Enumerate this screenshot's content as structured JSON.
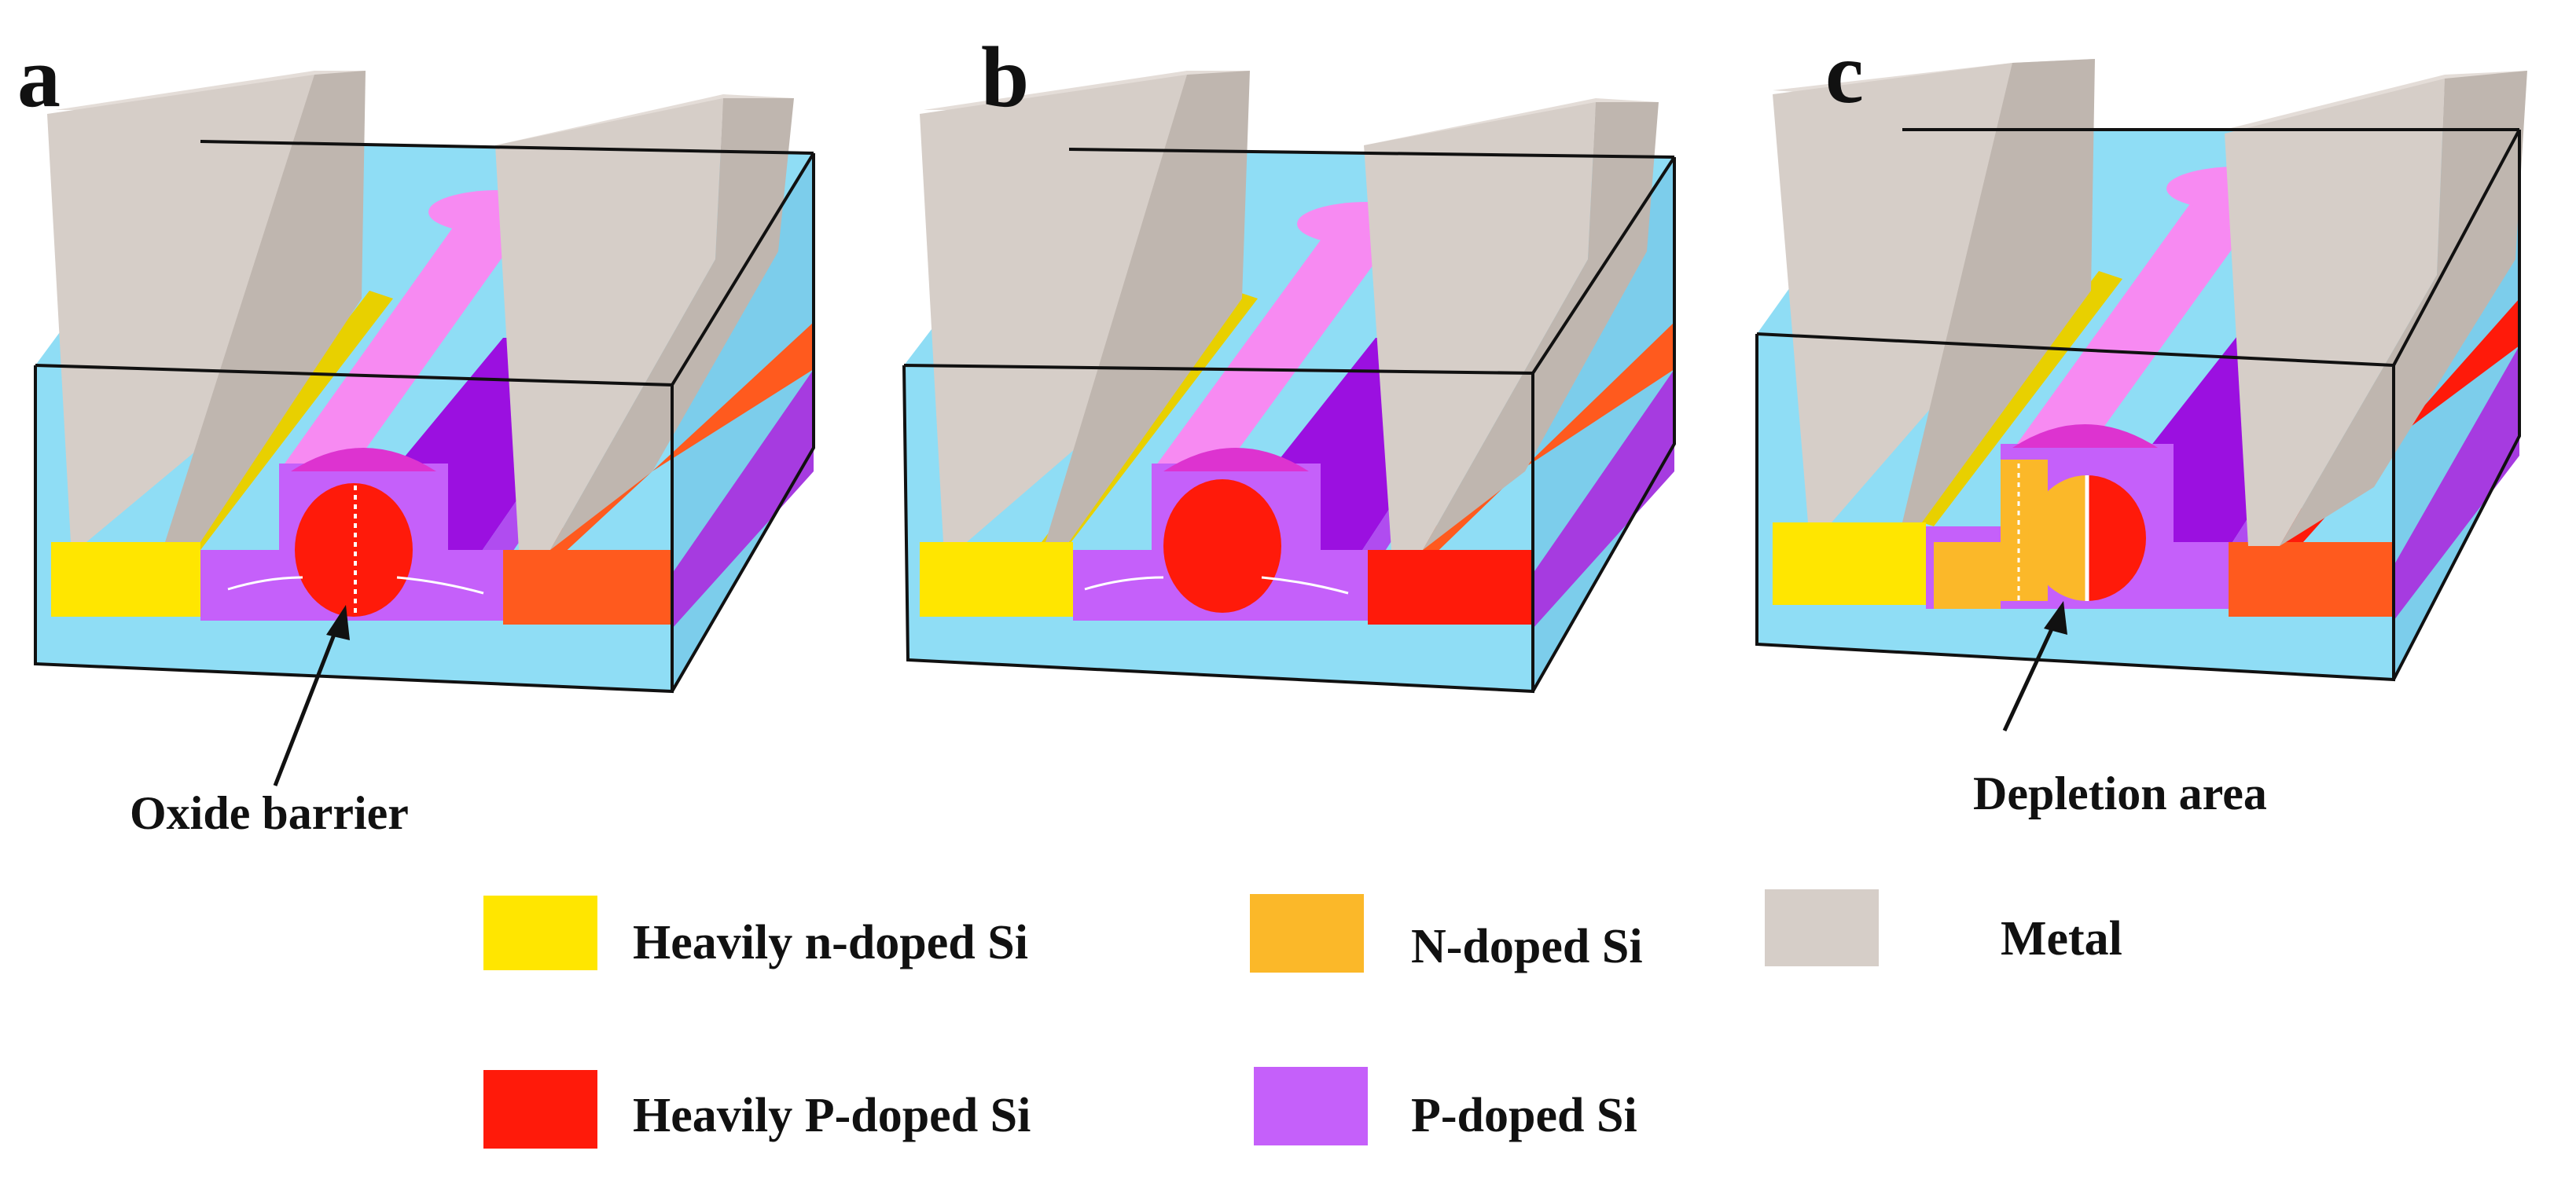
{
  "panels": [
    {
      "letter": "a",
      "callout": "Oxide barrier"
    },
    {
      "letter": "b",
      "callout": ""
    },
    {
      "letter": "c",
      "callout": "Depletion area"
    }
  ],
  "legend": [
    {
      "label": "Heavily n-doped Si",
      "color": "#FFE600"
    },
    {
      "label": "N-doped Si",
      "color": "#FBB829"
    },
    {
      "label": "Metal",
      "color": "#D6CEC8"
    },
    {
      "label": "Heavily P-doped Si",
      "color": "#FF1A0A"
    },
    {
      "label": "P-doped Si",
      "color": "#C560FA"
    }
  ],
  "colors": {
    "oxide": "#8FDDF5",
    "gate_channel": "#F78AF2",
    "gate_cap": "#DD33D0",
    "p_well_dark": "#9B10E0",
    "heavy_p_side": "#FF5A1E",
    "outline": "#111111"
  }
}
